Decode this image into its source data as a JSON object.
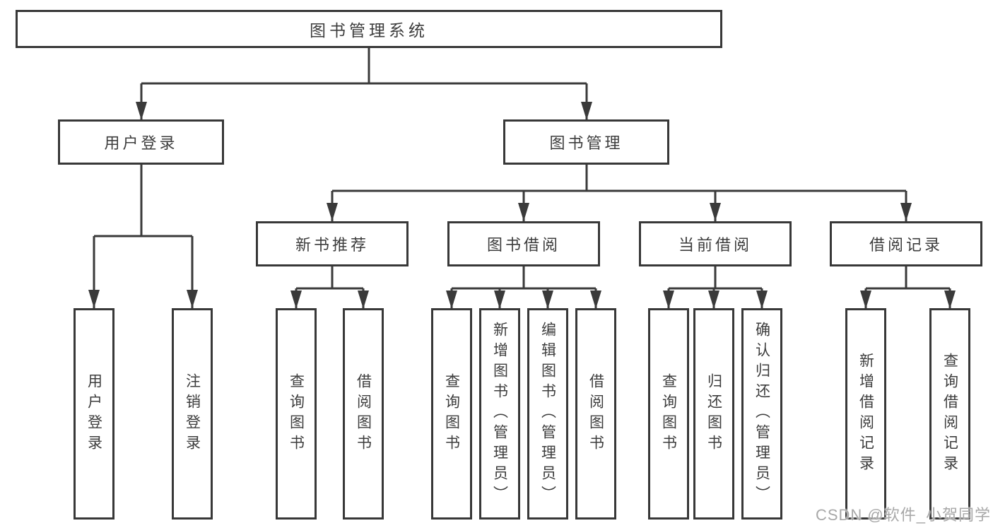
{
  "tree": {
    "root": {
      "label": "图书管理系统"
    },
    "branches": [
      {
        "label": "用户登录",
        "children": [
          {
            "label": "用户登录"
          },
          {
            "label": "注销登录"
          }
        ]
      },
      {
        "label": "图书管理",
        "children": [
          {
            "label": "新书推荐",
            "children": [
              {
                "label": "查询图书"
              },
              {
                "label": "借阅图书"
              }
            ]
          },
          {
            "label": "图书借阅",
            "children": [
              {
                "label": "查询图书"
              },
              {
                "label": "新增图书（管理员）"
              },
              {
                "label": "编辑图书（管理员）"
              },
              {
                "label": "借阅图书"
              }
            ]
          },
          {
            "label": "当前借阅",
            "children": [
              {
                "label": "查询图书"
              },
              {
                "label": "归还图书"
              },
              {
                "label": "确认归还（管理员）"
              }
            ]
          },
          {
            "label": "借阅记录",
            "children": [
              {
                "label": "新增借阅记录"
              },
              {
                "label": "查询借阅记录"
              }
            ]
          }
        ]
      }
    ]
  },
  "watermark": {
    "text": "CSDN @软件_小贺同学"
  },
  "colors": {
    "line": "#3a3a3a",
    "box_border": "#383838",
    "text": "#3d3d3d",
    "background": "#ffffff",
    "watermark": "#a3a3a3"
  }
}
